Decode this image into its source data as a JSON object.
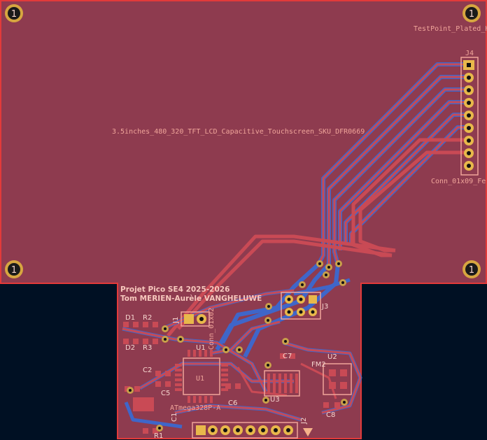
{
  "board": {
    "colors": {
      "background": "#001023",
      "copper_fill": "#8e3b4f",
      "board_edge": "#e23a3a",
      "top_trace": "#c94a55",
      "bottom_trace": "#3f66c9",
      "pad": "#e8b84b",
      "silkscreen": "#f0a59a"
    },
    "texts": {
      "testpoint": "TestPoint_Plated_H",
      "lcd_module": "3.5inches_480_320_TFT_LCD_Capacitive_Touchscreen_SKU_DFR0669",
      "j4_ref": "J4",
      "conn_1x09": "Conn_01x09_Fe",
      "project_line1": "Projet Pico SE4 2025-2026",
      "project_line2": "Tom MERIEN-Aurèle VANGHELUWE",
      "conn_01x02": "Conn_01x02",
      "j3_ref": "J3",
      "j1_ref": "J1",
      "j2_ref": "J2",
      "atmega": "ATmega328P-A",
      "u1_ref": "U1",
      "u2_ref": "U2",
      "u3_ref": "U3",
      "fm_ref": "FM2",
      "d1": "D1",
      "d2": "D2",
      "r1": "R1",
      "r2": "R2",
      "r3": "R3",
      "c1": "C1",
      "c2": "C2",
      "c5": "C5",
      "c6": "C6",
      "c7": "C7",
      "c8": "C8",
      "hole_mark": "1"
    }
  }
}
